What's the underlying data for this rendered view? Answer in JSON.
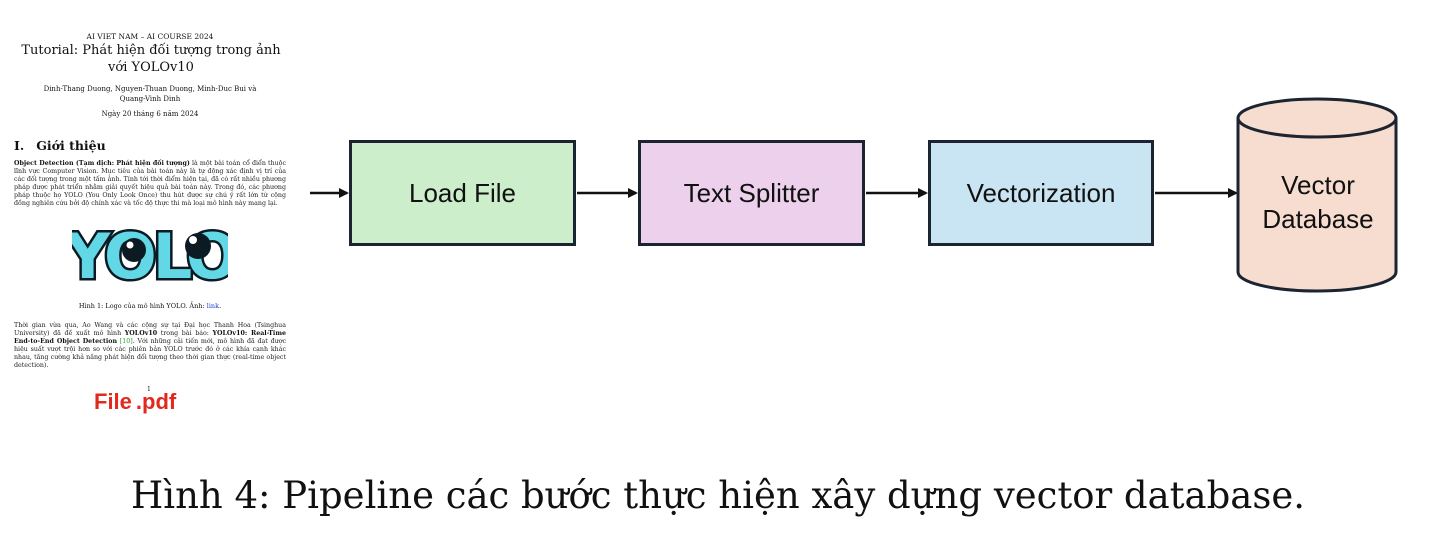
{
  "pdf_page": {
    "header": "AI VIET NAM – AI COURSE 2024",
    "title": "Tutorial: Phát hiện đối tượng trong ảnh với YOLOv10",
    "authors_line1": "Dinh-Thang Duong, Nguyen-Thuan Duong, Minh-Duc Bui và",
    "authors_line2": "Quang-Vinh Dinh",
    "date": "Ngày 20 tháng 6 năm 2024",
    "section_number": "I.",
    "section_title": "Giới thiệu",
    "para1_bold": "Object Detection (Tạm dịch: Phát hiện đối tượng)",
    "para1_text": " là một bài toán cổ điển thuộc lĩnh vực Computer Vision. Mục tiêu của bài toán này là tự động xác định vị trí của các đối tượng trong một tấm ảnh. Tính tới thời điểm hiện tại, đã có rất nhiều phương pháp được phát triển nhằm giải quyết hiệu quả bài toán này. Trong đó, các phương pháp thuộc họ YOLO (You Only Look Once) thu hút được sự chú ý rất lớn từ cộng đồng nghiên cứu bởi độ chính xác và tốc độ thực thi mà loại mô hình này mang lại.",
    "logo_text": "YOLO",
    "figure_caption": "Hình 1: Logo của mô hình YOLO. Ảnh:",
    "figure_caption_link": "link",
    "para2_text_a": "Thời gian vừa qua, Ao Wang và các cộng sự tại Đại học Thanh Hoa (Tsinghua University) đã đề xuất mô hình ",
    "para2_bold_a": "YOLOv10",
    "para2_text_b": " trong bài báo: ",
    "para2_bold_b": "YOLOv10: Real-Time End-to-End Object Detection",
    "para2_ref": "[10]",
    "para2_text_c": ". Với những cải tiến mới, mô hình đã đạt được hiệu suất vượt trội hơn so với các phiên bản YOLO trước đó ở các khía cạnh khác nhau, tăng cường khả năng phát hiện đối tượng theo thời gian thực (real-time object detection).",
    "page_number": "1",
    "file_label_name": "File",
    "file_label_ext": ".pdf"
  },
  "pipeline": {
    "steps": [
      {
        "label": "Load File",
        "color": "#cdeecb"
      },
      {
        "label": "Text Splitter",
        "color": "#ecd0ec"
      },
      {
        "label": "Vectorization",
        "color": "#c9e5f3"
      }
    ],
    "database": {
      "line1": "Vector",
      "line2": "Database",
      "color": "#f6ddcf"
    },
    "stroke_color": "#1b2430"
  },
  "caption": "Hình 4: Pipeline các bước thực hiện xây dựng vector database."
}
